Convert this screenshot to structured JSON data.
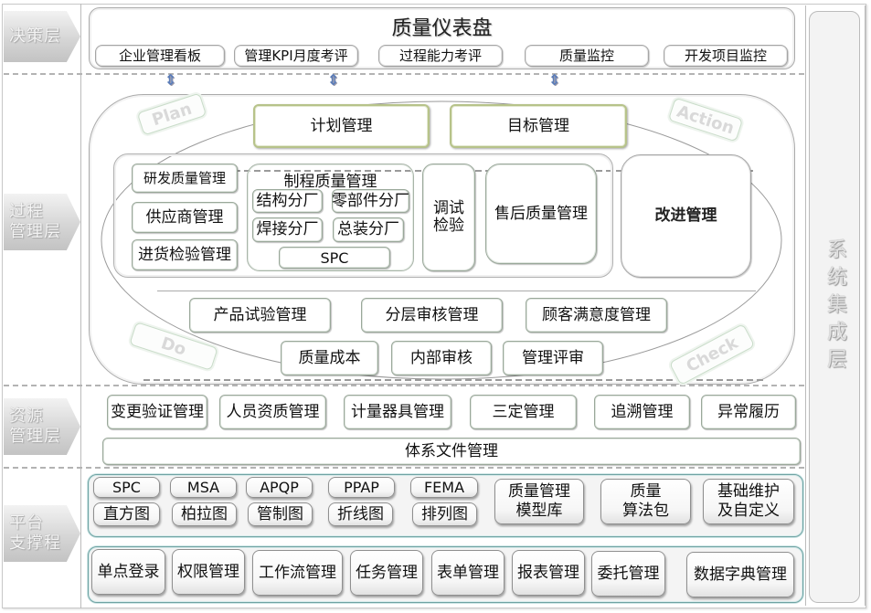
{
  "layers": {
    "decision": "决策层",
    "process": "过程\n管理层",
    "resource": "资源\n管理层",
    "platform": "平台\n支撑程",
    "integration": "系统集成层"
  },
  "decision": {
    "title": "质量仪表盘",
    "items": [
      "企业管理看板",
      "管理KPI月度考评",
      "过程能力考评",
      "质量监控",
      "开发项目监控"
    ]
  },
  "arrows": {
    "icon": "double-arrow-updown-icon",
    "glyph": "⇕"
  },
  "pdca": {
    "plan": "Plan",
    "do": "Do",
    "check": "Check",
    "action": "Action"
  },
  "process": {
    "top": [
      "计划管理",
      "目标管理"
    ],
    "rd_quality": "研发质量管理",
    "supplier": "供应商管理",
    "incoming": "进货检验管理",
    "mfg": {
      "title": "制程质量管理",
      "plants": [
        "结构分厂",
        "零部件分厂",
        "焊接分厂",
        "总装分厂"
      ],
      "spc": "SPC"
    },
    "debug_inspect": "调试\n检验",
    "after_sales": "售后质量管理",
    "improve": "改进管理",
    "row1": [
      "产品试验管理",
      "分层审核管理",
      "顾客满意度管理"
    ],
    "row2": [
      "质量成本",
      "内部审核",
      "管理评审"
    ]
  },
  "resource": {
    "items": [
      "变更验证管理",
      "人员资质管理",
      "计量器具管理",
      "三定管理",
      "追溯管理",
      "异常履历"
    ],
    "doc": "体系文件管理"
  },
  "platform": {
    "tools": [
      {
        "top": "SPC",
        "bottom": "直方图"
      },
      {
        "top": "MSA",
        "bottom": "柏拉图"
      },
      {
        "top": "APQP",
        "bottom": "管制图"
      },
      {
        "top": "PPAP",
        "bottom": "折线图"
      },
      {
        "top": "FEMA",
        "bottom": "排列图"
      }
    ],
    "libs": [
      "质量管理\n模型库",
      "质量\n算法包",
      "基础维护\n及自定义"
    ],
    "base": [
      "单点登录",
      "权限管理",
      "工作流管理",
      "任务管理",
      "表单管理",
      "报表管理",
      "委托管理",
      "数据字典管理"
    ]
  }
}
